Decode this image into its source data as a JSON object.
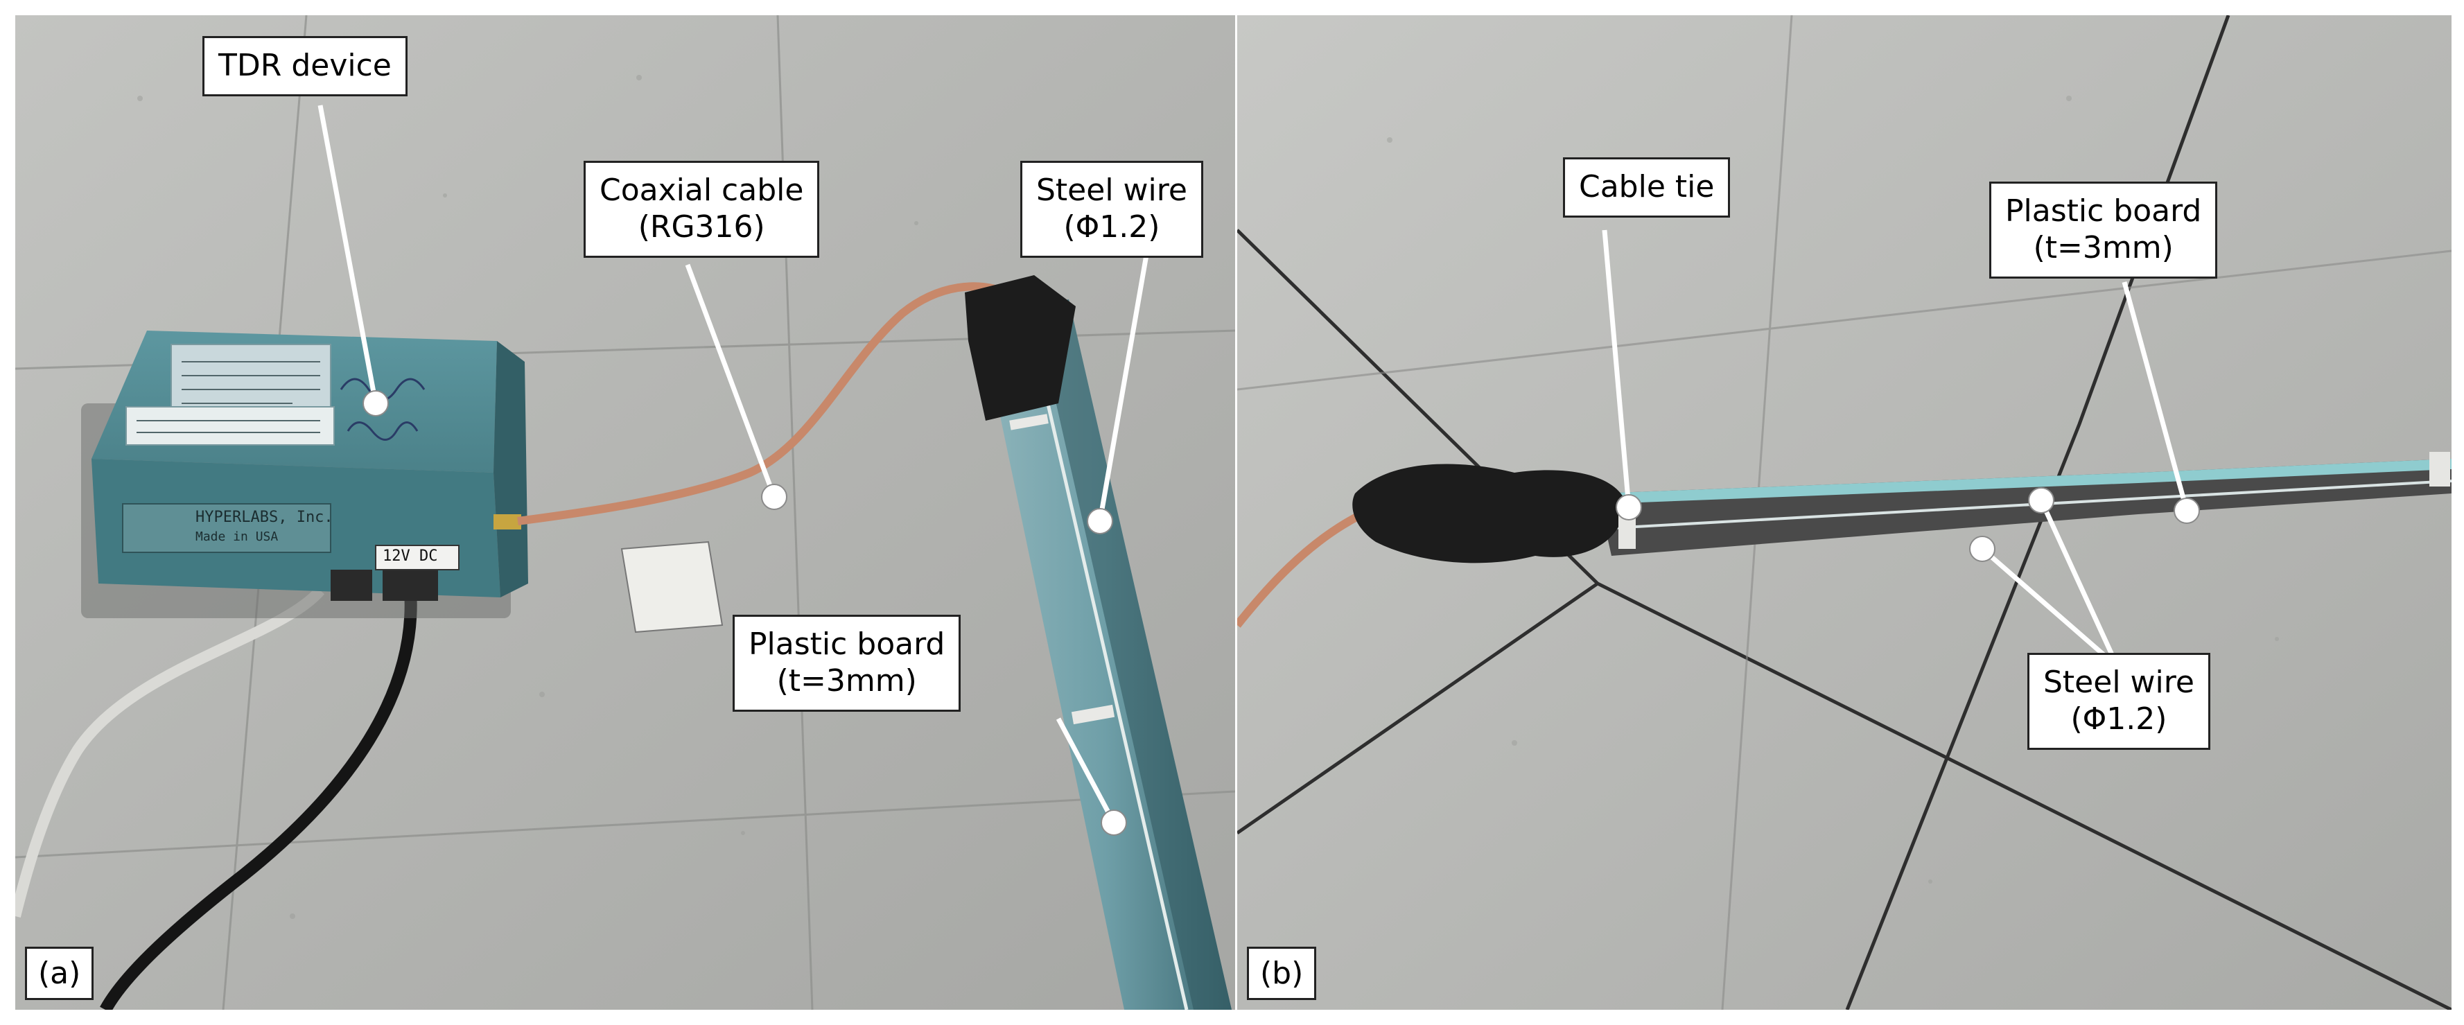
{
  "panel_a": {
    "tag": "(a)",
    "callouts": {
      "tdr_device": [
        "TDR device"
      ],
      "coaxial_cable": [
        "Coaxial cable",
        "(RG316)"
      ],
      "steel_wire": [
        "Steel wire",
        "(Φ1.2)"
      ],
      "plastic_board": [
        "Plastic board",
        "(t=3mm)"
      ]
    },
    "device_text": {
      "brand": "HYPERLABS, Inc.",
      "power": "12V DC",
      "origin": "Made in USA"
    }
  },
  "panel_b": {
    "tag": "(b)",
    "callouts": {
      "cable_tie": [
        "Cable tie"
      ],
      "plastic_board": [
        "Plastic board",
        "(t=3mm)"
      ],
      "steel_wire": [
        "Steel wire",
        "(Φ1.2)"
      ]
    }
  },
  "colors": {
    "floor": "#b7b8b5",
    "floor_seam": "#3a3a3a",
    "device_body": "#4f8a8f",
    "coax_cable": "#c8886a",
    "steel_channel": "#6fa0a8",
    "tape": "#1c1c1c",
    "leader_dot": "#ffffff"
  },
  "icons": [
    "tdr-device-photo",
    "coaxial-cable-photo",
    "probe-photo"
  ]
}
